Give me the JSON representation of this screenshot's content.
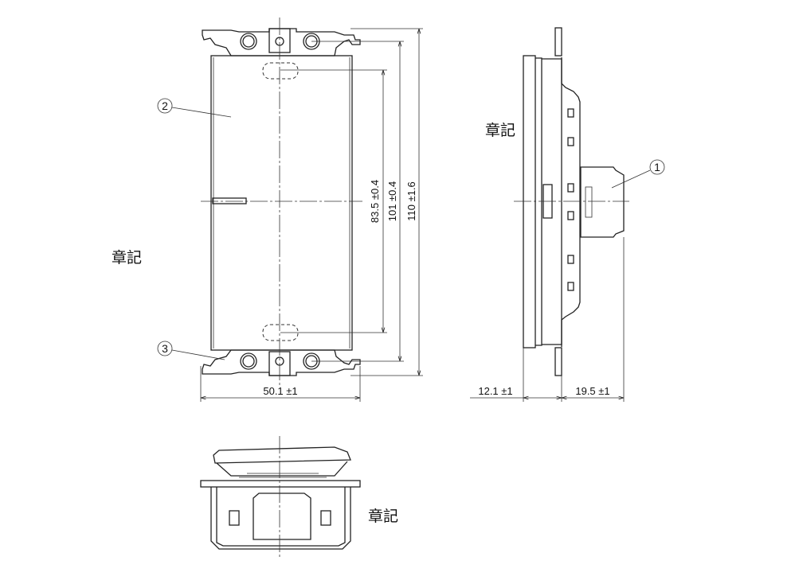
{
  "labels": {
    "front": "章記",
    "side": "章記",
    "bottom": "章記"
  },
  "callouts": {
    "one": "1",
    "two": "2",
    "three": "3"
  },
  "dimensions": {
    "slot_pitch": "83.5 ±0.4",
    "screw_pitch": "101 ±0.4",
    "height": "110 ±1.6",
    "width": "50.1 ±1",
    "front_depth": "12.1 ±1",
    "rear_depth": "19.5 ±1"
  }
}
